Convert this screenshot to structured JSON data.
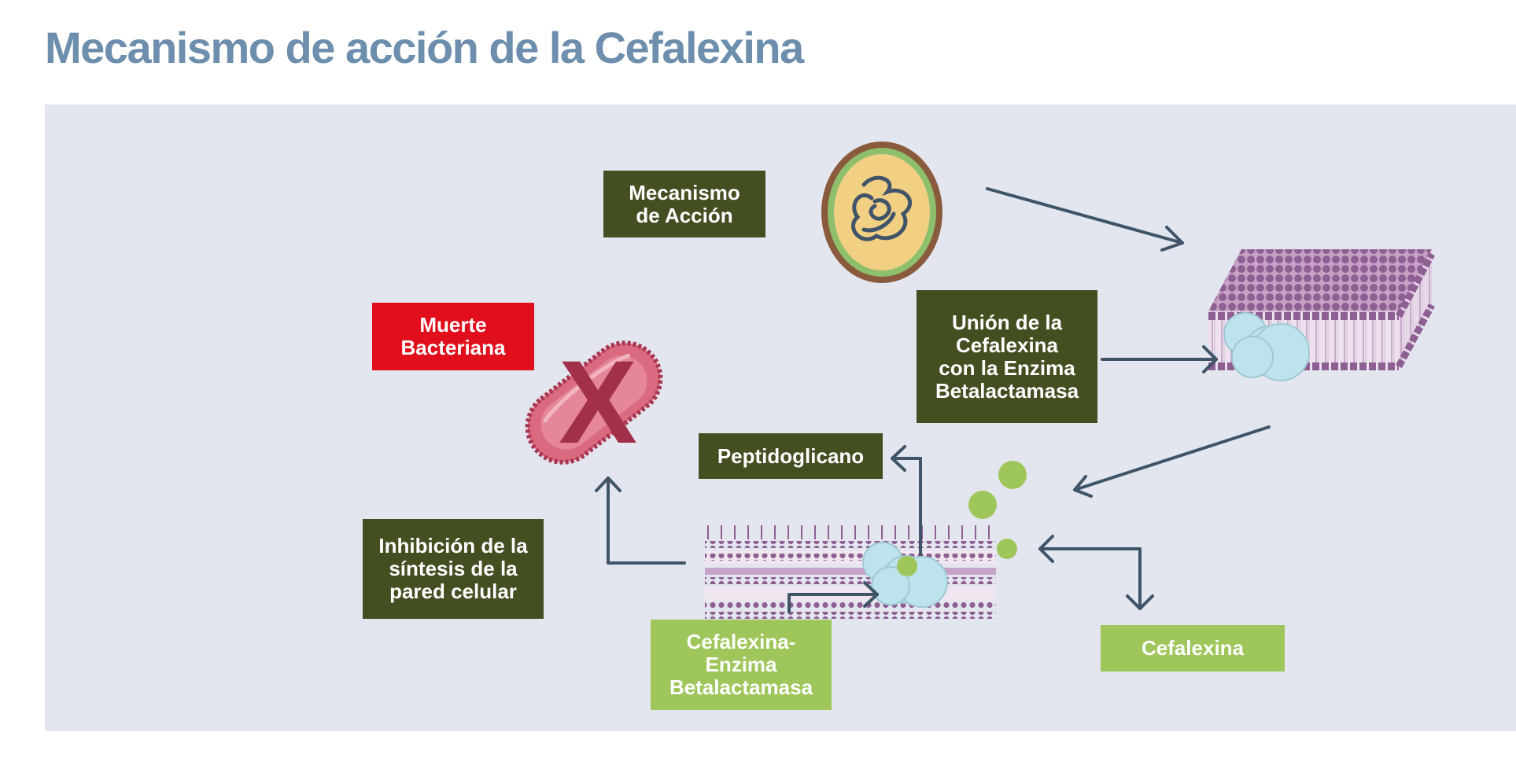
{
  "title": "Mecanismo de acción de la Cefalexina",
  "labels": {
    "mecanismo": "Mecanismo\nde Acción",
    "muerte": "Muerte\nBacteriana",
    "union": "Unión de la\nCefalexina\ncon la Enzima\nBetalactamasa",
    "peptidoglicano": "Peptidoglicano",
    "inhibicion": "Inhibición de la\nsíntesis de la\npared celular",
    "complejo": "Cefalexina-\nEnzima\nBetalactamasa",
    "cefalexina": "Cefalexina"
  },
  "bacteria_mark": "X",
  "colors": {
    "title": "#6d8eac",
    "panel": "#e3e6ef",
    "dark_box": "#434e21",
    "red_box": "#e10e1c",
    "light_box": "#9fc65a",
    "arrow": "#3f5468",
    "membrane": "#8e5f93",
    "enzyme": "#bde3ec",
    "drug": "#9fc65a",
    "bacillus": "#d96a80",
    "cell_wall": "#8a5a3c",
    "cell_inner": "#8dbf6c",
    "cytoplasm": "#f1cf83",
    "dna": "#3f5468"
  }
}
